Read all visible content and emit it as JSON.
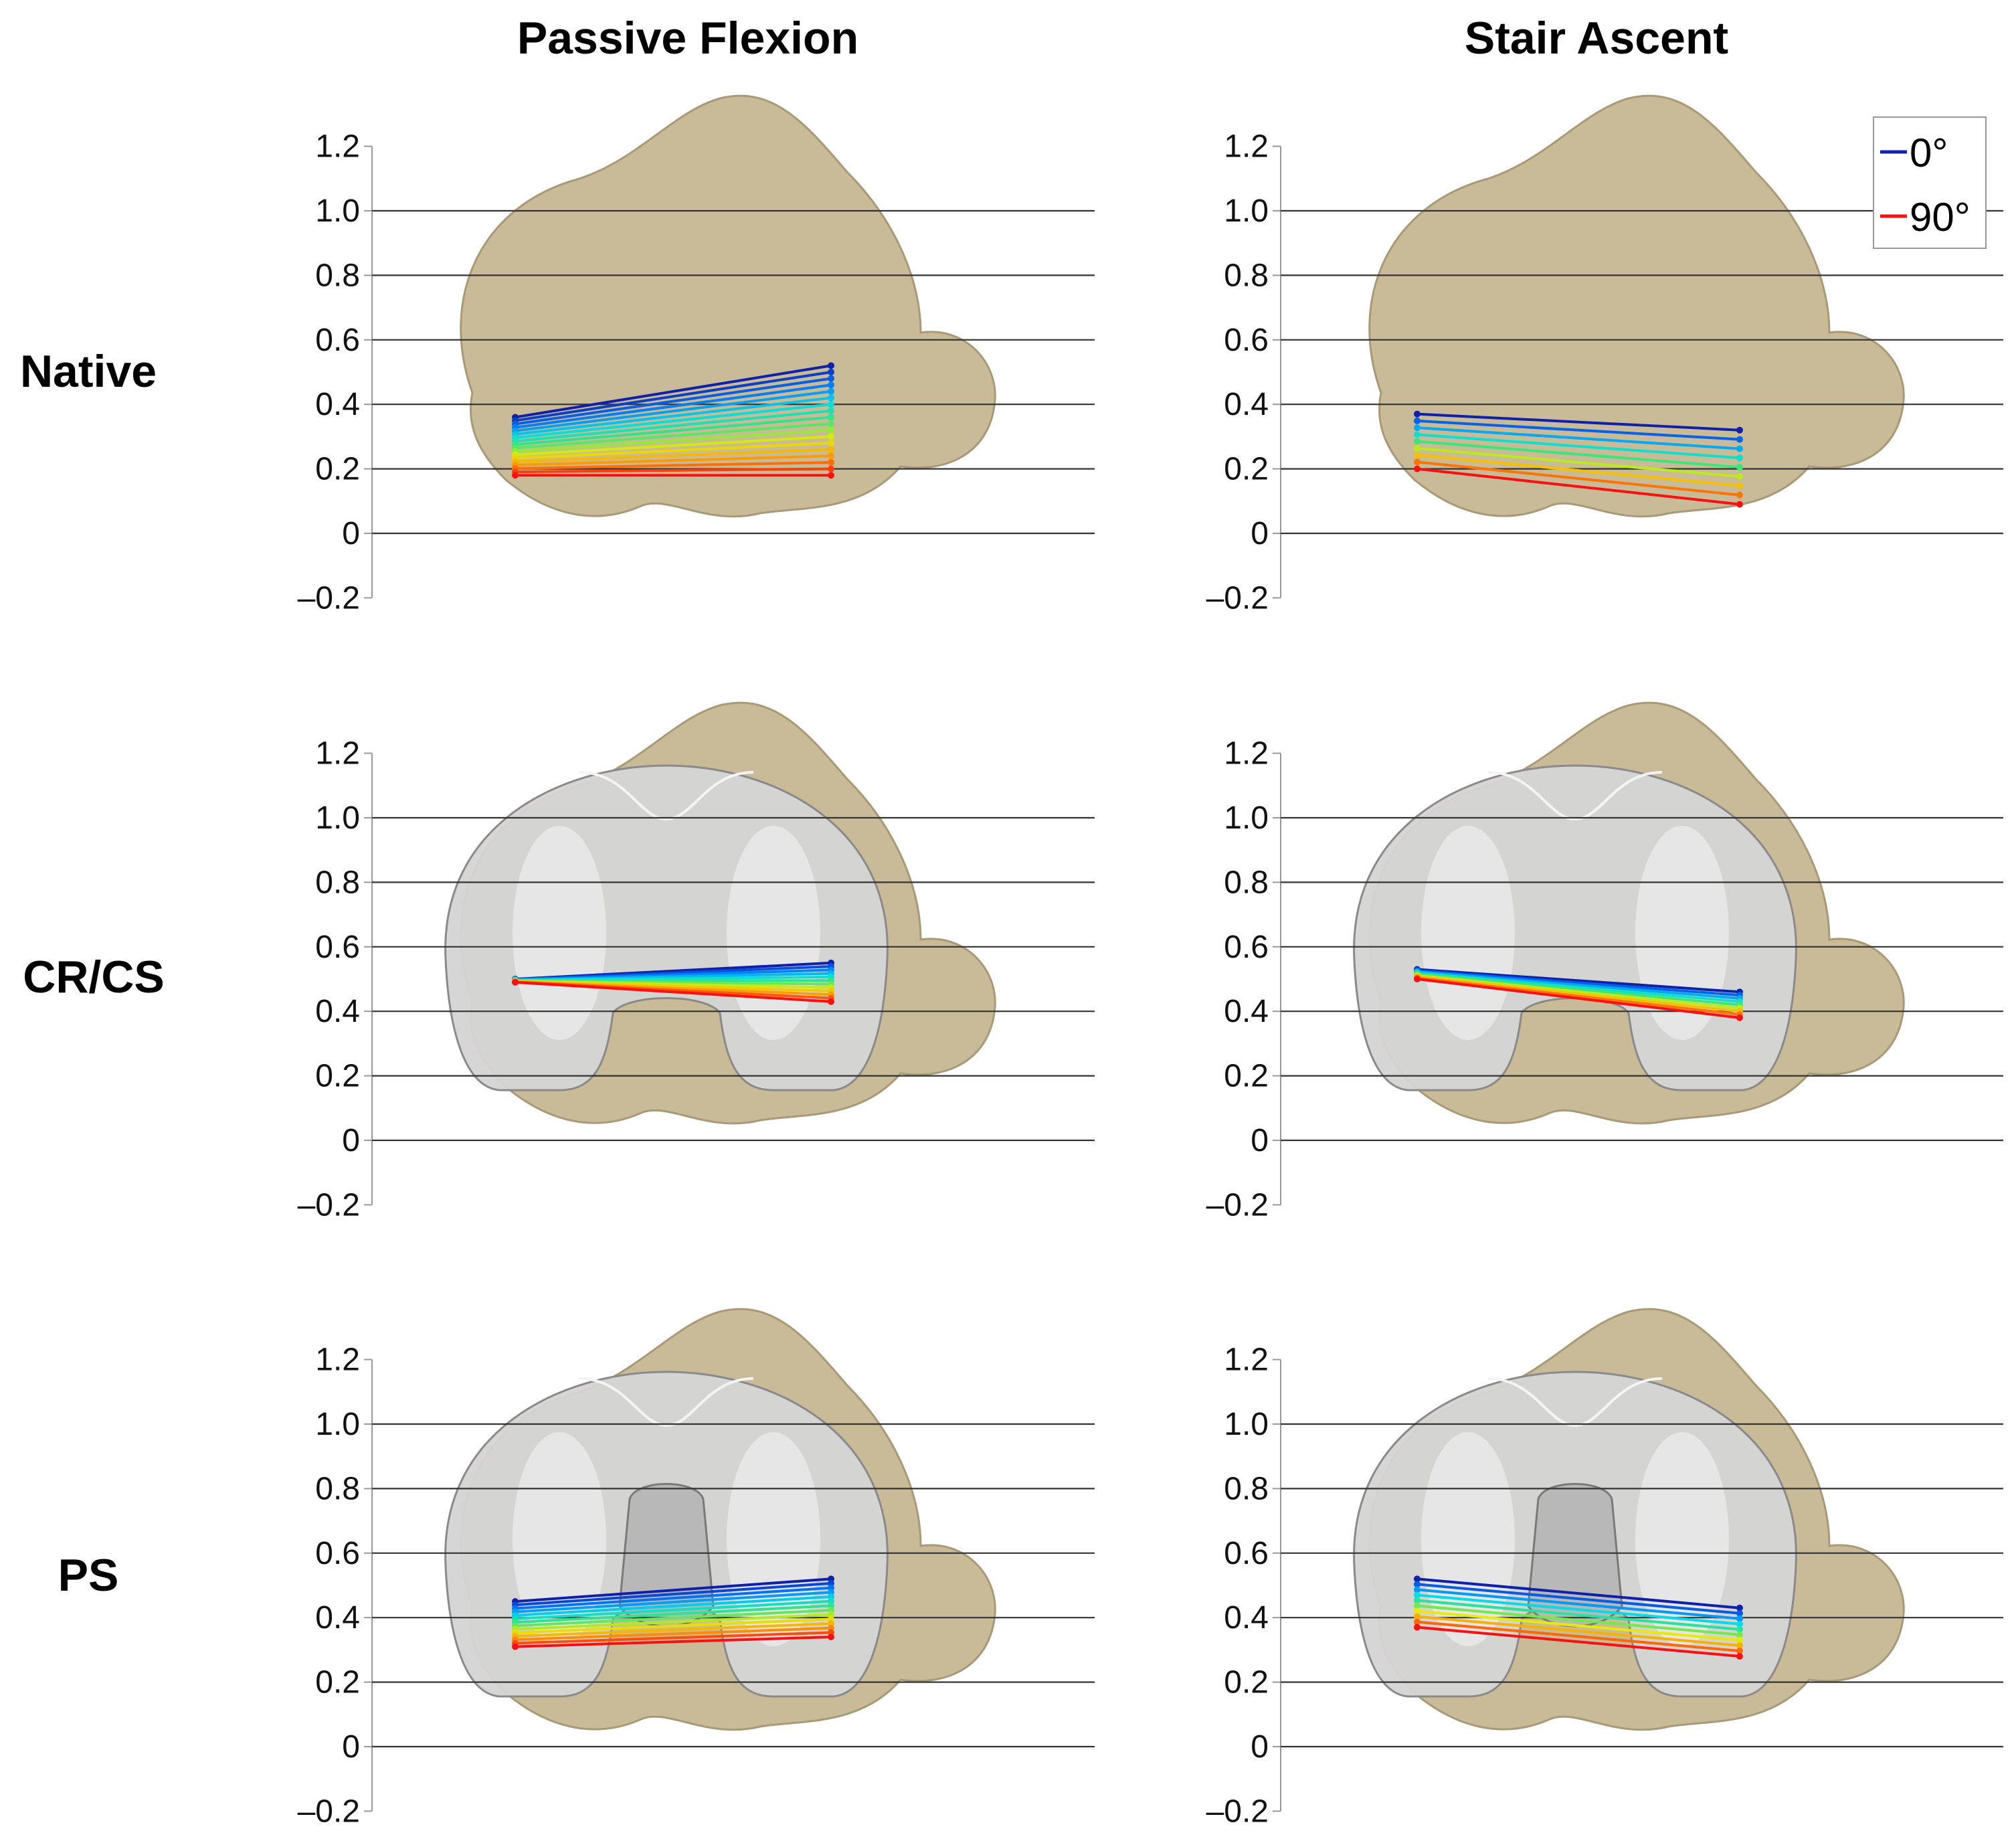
{
  "columns": [
    "Passive Flexion",
    "Stair Ascent"
  ],
  "rows": [
    "Native",
    "CR/CS",
    "PS"
  ],
  "legend": {
    "items": [
      {
        "label": "0°",
        "color": "#1020a8"
      },
      {
        "label": "90°",
        "color": "#ff1010"
      }
    ]
  },
  "colors": {
    "bone": "#c9bb98",
    "bone_dark": "#a89a78",
    "implant": "#d4d4d4",
    "grid": "#333333"
  },
  "chart_data": [
    {
      "type": "line",
      "title": "",
      "column": "Passive Flexion",
      "row": "Native",
      "ylim": [
        -0.2,
        1.2
      ],
      "yticks": [
        "1.2",
        "1.0",
        "0.8",
        "0.6",
        "0.4",
        "0.2",
        "0",
        "–0.2"
      ],
      "grid": true,
      "series_count": 18,
      "color_scale": "0° (blue) → 90° (red)",
      "start": [
        0.36,
        0.18
      ],
      "end": [
        0.52,
        0.18
      ],
      "legend": false
    },
    {
      "type": "line",
      "title": "",
      "column": "Stair Ascent",
      "row": "Native",
      "ylim": [
        -0.2,
        1.2
      ],
      "yticks": [
        "1.2",
        "1.0",
        "0.8",
        "0.6",
        "0.4",
        "0.2",
        "0",
        "–0.2"
      ],
      "grid": true,
      "series_count": 9,
      "color_scale": "0° (blue) → 90° (red)",
      "start": [
        0.37,
        0.2
      ],
      "end": [
        0.32,
        0.09
      ],
      "legend": true
    },
    {
      "type": "line",
      "title": "",
      "column": "Passive Flexion",
      "row": "CR/CS",
      "ylim": [
        -0.2,
        1.2
      ],
      "yticks": [
        "1.2",
        "1.0",
        "0.8",
        "0.6",
        "0.4",
        "0.2",
        "0",
        "–0.2"
      ],
      "grid": true,
      "series_count": 12,
      "color_scale": "0° (blue) → 90° (red)",
      "start": [
        0.5,
        0.49
      ],
      "end": [
        0.55,
        0.43
      ],
      "legend": false
    },
    {
      "type": "line",
      "title": "",
      "column": "Stair Ascent",
      "row": "CR/CS",
      "ylim": [
        -0.2,
        1.2
      ],
      "yticks": [
        "1.2",
        "1.0",
        "0.8",
        "0.6",
        "0.4",
        "0.2",
        "0",
        "–0.2"
      ],
      "grid": true,
      "series_count": 9,
      "color_scale": "0° (blue) → 90° (red)",
      "start": [
        0.53,
        0.5
      ],
      "end": [
        0.46,
        0.38
      ],
      "legend": false
    },
    {
      "type": "line",
      "title": "",
      "column": "Passive Flexion",
      "row": "PS",
      "ylim": [
        -0.2,
        1.2
      ],
      "yticks": [
        "1.2",
        "1.0",
        "0.8",
        "0.6",
        "0.4",
        "0.2",
        "0",
        "–0.2"
      ],
      "grid": true,
      "series_count": 14,
      "color_scale": "0° (blue) → 90° (red)",
      "start": [
        0.45,
        0.31
      ],
      "end": [
        0.52,
        0.34
      ],
      "legend": false
    },
    {
      "type": "line",
      "title": "",
      "column": "Stair Ascent",
      "row": "PS",
      "ylim": [
        -0.2,
        1.2
      ],
      "yticks": [
        "1.2",
        "1.0",
        "0.8",
        "0.6",
        "0.4",
        "0.2",
        "0",
        "–0.2"
      ],
      "grid": true,
      "series_count": 10,
      "color_scale": "0° (blue) → 90° (red)",
      "start": [
        0.52,
        0.37
      ],
      "end": [
        0.43,
        0.28
      ],
      "legend": false
    }
  ]
}
